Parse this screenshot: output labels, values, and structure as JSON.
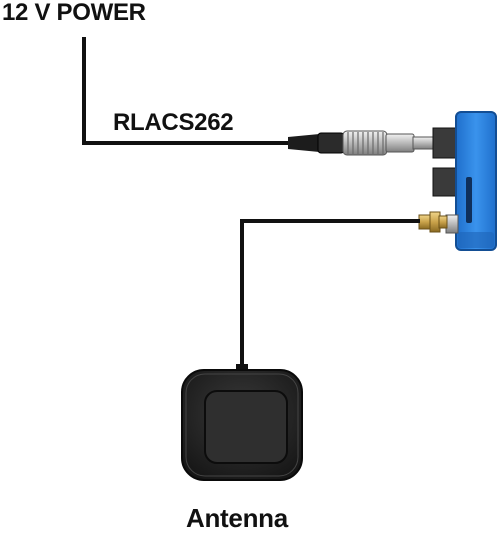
{
  "labels": {
    "power": "12 V POWER",
    "cable": "RLACS262",
    "antenna": "Antenna"
  },
  "colors": {
    "wire": "#111111",
    "device_body": "#2f86e0",
    "device_edge": "#1a5fb0",
    "connector_metal": "#c8c8c8",
    "sma_gold": "#c9a24a",
    "antenna_body": "#2a2a2a"
  }
}
